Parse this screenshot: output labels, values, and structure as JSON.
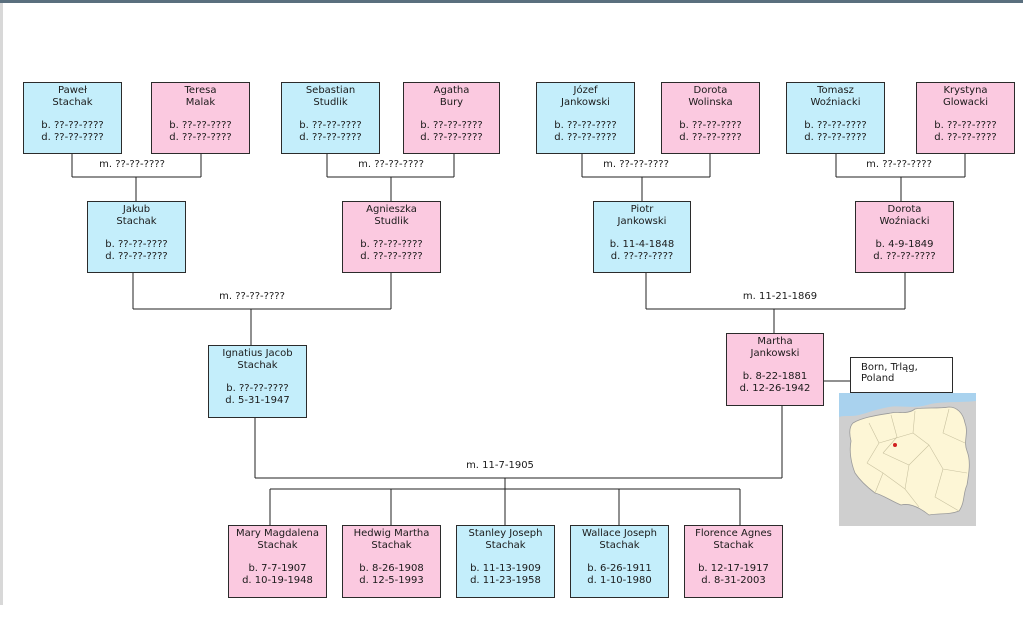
{
  "people": {
    "pawel": {
      "first": "Paweł",
      "last": "Stachak",
      "born": "b. ??-??-????",
      "died": "d. ??-??-????"
    },
    "teresa": {
      "first": "Teresa",
      "last": "Malak",
      "born": "b. ??-??-????",
      "died": "d. ??-??-????"
    },
    "sebastian": {
      "first": "Sebastian",
      "last": "Studlik",
      "born": "b. ??-??-????",
      "died": "d. ??-??-????"
    },
    "agatha": {
      "first": "Agatha",
      "last": "Bury",
      "born": "b. ??-??-????",
      "died": "d. ??-??-????"
    },
    "jozef": {
      "first": "Józef",
      "last": "Jankowski",
      "born": "b. ??-??-????",
      "died": "d. ??-??-????"
    },
    "dorota_w": {
      "first": "Dorota",
      "last": "Wolinska",
      "born": "b. ??-??-????",
      "died": "d. ??-??-????"
    },
    "tomasz": {
      "first": "Tomasz",
      "last": "Woźniacki",
      "born": "b. ??-??-????",
      "died": "d. ??-??-????"
    },
    "krystyna": {
      "first": "Krystyna",
      "last": "Glowacki",
      "born": "b. ??-??-????",
      "died": "d. ??-??-????"
    },
    "jakub": {
      "first": "Jakub",
      "last": "Stachak",
      "born": "b. ??-??-????",
      "died": "d. ??-??-????"
    },
    "agnieszka": {
      "first": "Agnieszka",
      "last": "Studlik",
      "born": "b. ??-??-????",
      "died": "d. ??-??-????"
    },
    "piotr": {
      "first": "Piotr",
      "last": "Jankowski",
      "born": "b. 11-4-1848",
      "died": "d. ??-??-????"
    },
    "dorota_z": {
      "first": "Dorota",
      "last": "Woźniacki",
      "born": "b. 4-9-1849",
      "died": "d. ??-??-????"
    },
    "ignatius": {
      "first": "Ignatius Jacob",
      "last": "Stachak",
      "born": "b. ??-??-????",
      "died": "d. 5-31-1947"
    },
    "martha": {
      "first": "Martha",
      "last": "Jankowski",
      "born": "b. 8-22-1881",
      "died": "d. 12-26-1942"
    },
    "mary": {
      "first": "Mary Magdalena",
      "last": "Stachak",
      "born": "b. 7-7-1907",
      "died": "d. 10-19-1948"
    },
    "hedwig": {
      "first": "Hedwig Martha",
      "last": "Stachak",
      "born": "b. 8-26-1908",
      "died": "d. 12-5-1993"
    },
    "stanley": {
      "first": "Stanley Joseph",
      "last": "Stachak",
      "born": "b. 11-13-1909",
      "died": "d. 11-23-1958"
    },
    "wallace": {
      "first": "Wallace Joseph",
      "last": "Stachak",
      "born": "b. 6-26-1911",
      "died": "d. 1-10-1980"
    },
    "florence": {
      "first": "Florence Agnes",
      "last": "Stachak",
      "born": "b. 12-17-1917",
      "died": "d. 8-31-2003"
    }
  },
  "marriages": {
    "pawel_teresa": "m. ??-??-????",
    "sebastian_agatha": "m. ??-??-????",
    "jozef_dorota": "m. ??-??-????",
    "tomasz_krystyna": "m. ??-??-????",
    "jakub_agnieszka": "m. ??-??-????",
    "piotr_dorota": "m. 11-21-1869",
    "ignatius_martha": "m. 11-7-1905"
  },
  "birthplace_note": {
    "line1": "Born, Trląg,",
    "line2": "Poland"
  },
  "map": {
    "country": "Poland",
    "marker": "red-dot",
    "land_color": "#fdf6d6",
    "neighbor_color": "#cfcfcf",
    "water_color": "#a9d2ee"
  },
  "colors": {
    "male": "#c4eefb",
    "female": "#fbc9e0",
    "frame": "#5a6f7e"
  }
}
